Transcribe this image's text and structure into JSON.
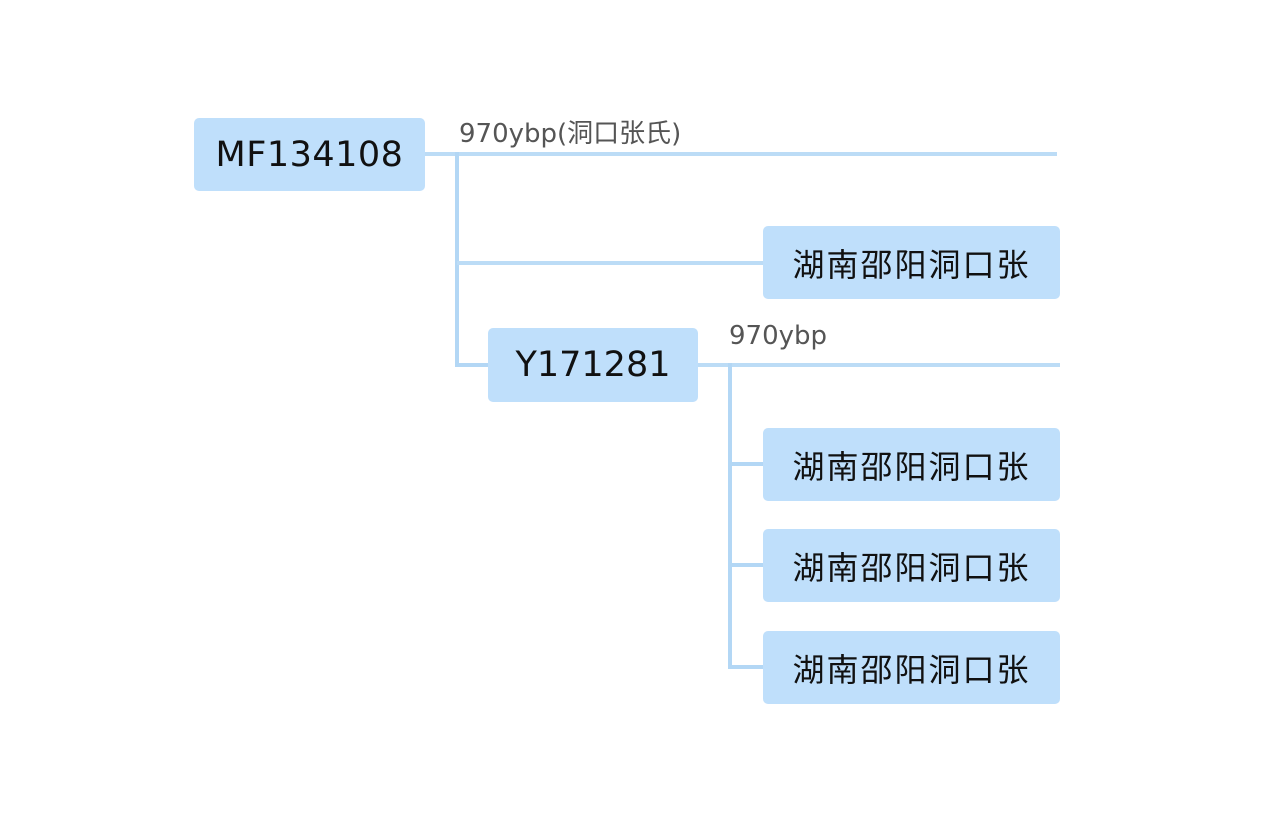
{
  "diagram": {
    "type": "haplogroup-tree",
    "root": {
      "label": "MF134108",
      "age_label": "970ybp(洞口张氏)",
      "children": [
        {
          "label": "湖南邵阳洞口张"
        },
        {
          "label": "Y171281",
          "age_label": "970ybp",
          "children": [
            {
              "label": "湖南邵阳洞口张"
            },
            {
              "label": "湖南邵阳洞口张"
            },
            {
              "label": "湖南邵阳洞口张"
            }
          ]
        }
      ]
    },
    "colors": {
      "node_fill": "#bfdffb",
      "connector": "#b3d7f5",
      "node_text": "#111111",
      "age_text": "#555555"
    }
  }
}
